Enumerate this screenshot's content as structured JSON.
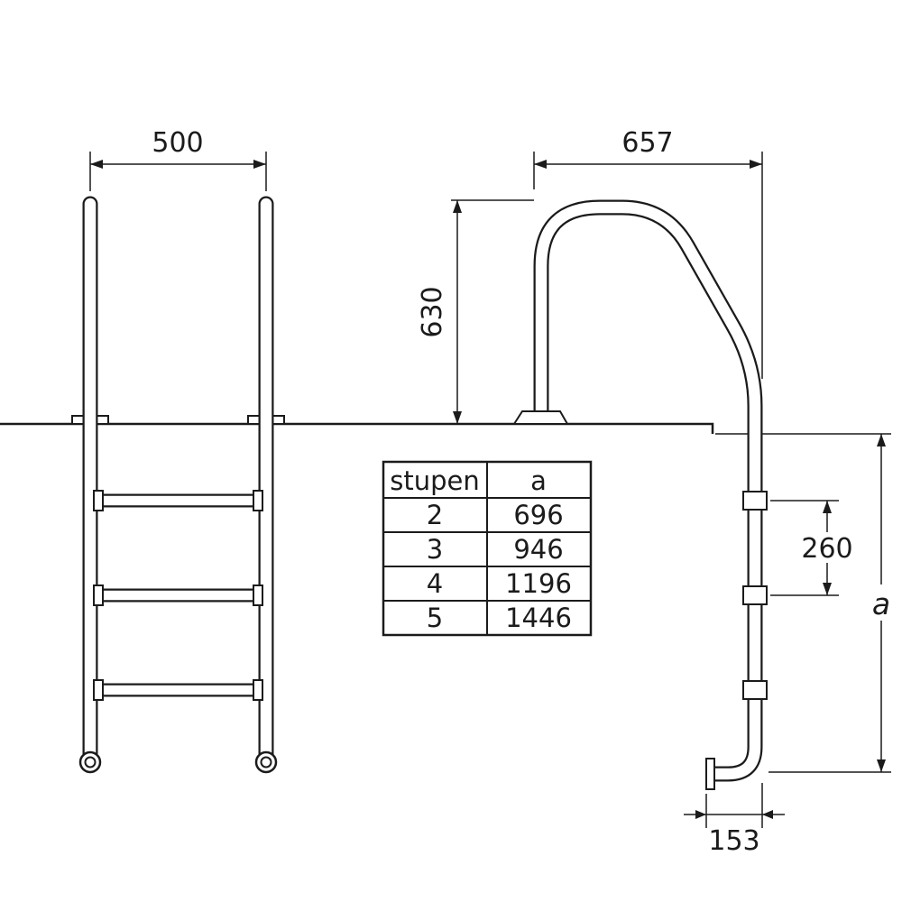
{
  "diagram": {
    "front_view": {
      "width": "500"
    },
    "side_view": {
      "top_width": "657",
      "handrail_height": "630",
      "rung_spacing": "260",
      "depth_var": "a",
      "wall_offset": "153"
    },
    "table": {
      "headers": [
        "stupen",
        "a"
      ],
      "rows": [
        [
          "2",
          "696"
        ],
        [
          "3",
          "946"
        ],
        [
          "4",
          "1196"
        ],
        [
          "5",
          "1446"
        ]
      ]
    },
    "colors": {
      "line": "#1b1b1b",
      "background": "#ffffff"
    }
  }
}
